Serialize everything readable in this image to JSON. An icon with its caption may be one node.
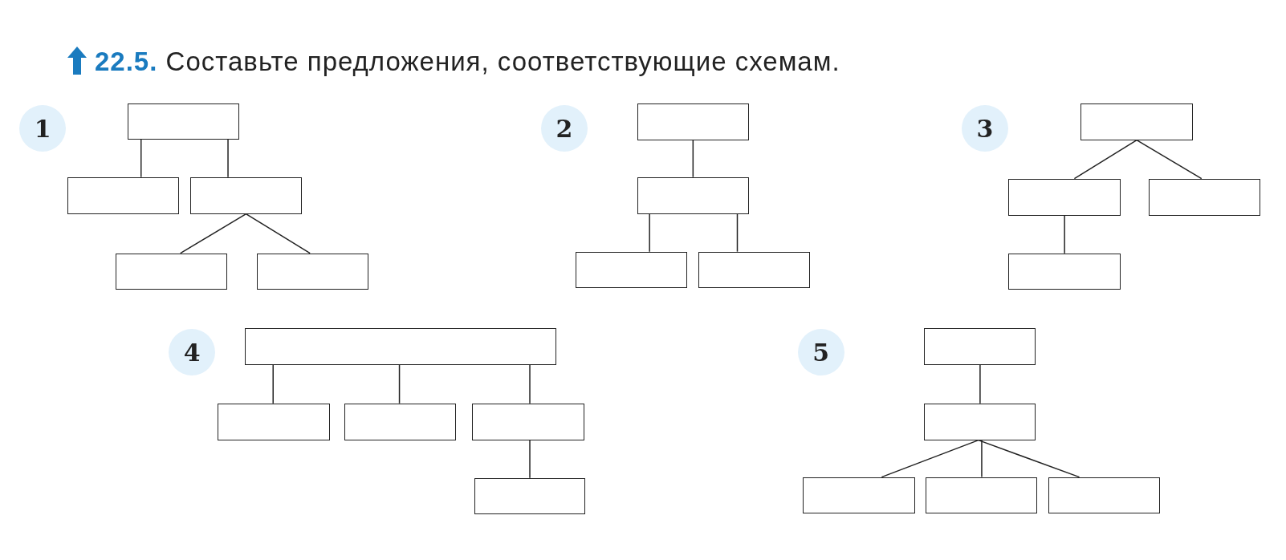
{
  "diagram": {
    "title": "**22.5.** Составьте предложения, соответствующие схемам.",
    "nodes": [
      {
        "text": [],
        "shape": "box"
      },
      {
        "text": [],
        "shape": "box"
      },
      {
        "text": [],
        "shape": "box"
      },
      {
        "text": [],
        "shape": "box"
      },
      {
        "text": [],
        "shape": "box"
      },
      {
        "text": [],
        "shape": "box"
      },
      {
        "text": [],
        "shape": "box"
      },
      {
        "text": [],
        "shape": "box"
      },
      {
        "text": [],
        "shape": "box"
      },
      {
        "text": [],
        "shape": "box"
      },
      {
        "text": [],
        "shape": "box"
      },
      {
        "text": [],
        "shape": "box"
      },
      {
        "text": [],
        "shape": "box"
      },
      {
        "text": [],
        "shape": "box"
      },
      {
        "text": [],
        "shape": "box"
      },
      {
        "text": [],
        "shape": "box"
      },
      {
        "text": [],
        "shape": "box"
      },
      {
        "text": [],
        "shape": "box"
      },
      {
        "text": [],
        "shape": "box"
      },
      {
        "text": [],
        "shape": "box"
      },
      {
        "text": [],
        "shape": "box"
      },
      {
        "text": [],
        "shape": "box"
      },
      {
        "text": [],
        "shape": "box"
      }
    ],
    "edges": [
      {
        "from": 0,
        "to": 1,
        "arrow": "none"
      },
      {
        "from": 0,
        "to": 2,
        "arrow": "none"
      },
      {
        "from": 2,
        "to": 3,
        "arrow": "none"
      },
      {
        "from": 2,
        "to": 4,
        "arrow": "none"
      },
      {
        "from": 5,
        "to": 6,
        "arrow": "none"
      },
      {
        "from": 6,
        "to": 7,
        "arrow": "none"
      },
      {
        "from": 6,
        "to": 8,
        "arrow": "none"
      },
      {
        "from": 9,
        "to": 10,
        "arrow": "none"
      },
      {
        "from": 9,
        "to": 11,
        "arrow": "none"
      },
      {
        "from": 10,
        "to": 12,
        "arrow": "none"
      },
      {
        "from": 13,
        "to": 14,
        "arrow": "none"
      },
      {
        "from": 13,
        "to": 15,
        "arrow": "none"
      },
      {
        "from": 13,
        "to": 16,
        "arrow": "none"
      },
      {
        "from": 16,
        "to": 17,
        "arrow": "none"
      },
      {
        "from": 18,
        "to": 19,
        "arrow": "none"
      },
      {
        "from": 19,
        "to": 20,
        "arrow": "none"
      },
      {
        "from": 19,
        "to": 21,
        "arrow": "none"
      },
      {
        "from": 19,
        "to": 22,
        "arrow": "none"
      }
    ],
    "labels": [
      "1",
      "2",
      "3",
      "4",
      "5"
    ]
  }
}
